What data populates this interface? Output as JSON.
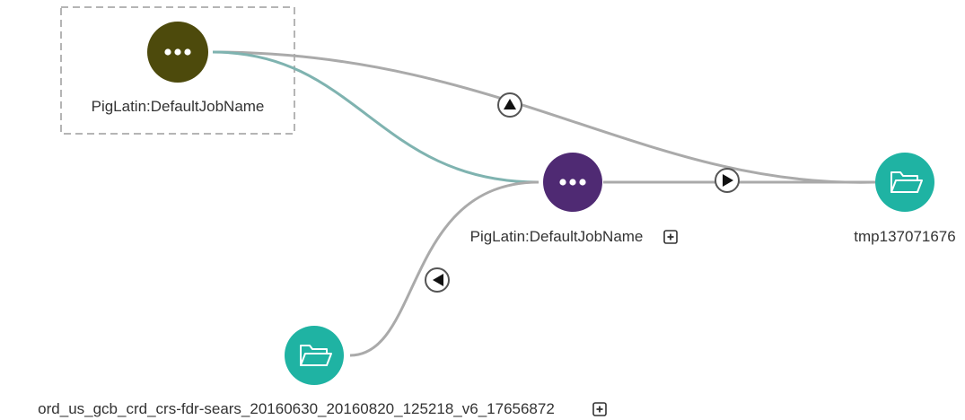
{
  "graph": {
    "nodes": [
      {
        "id": "job1",
        "kind": "job",
        "label": "PigLatin:DefaultJobName",
        "icon": "ellipsis-icon",
        "color": "#4d4a0c",
        "selected": true,
        "expandable": false
      },
      {
        "id": "job2",
        "kind": "job",
        "label": "PigLatin:DefaultJobName",
        "icon": "ellipsis-icon",
        "color": "#4f2a73",
        "selected": false,
        "expandable": true
      },
      {
        "id": "out",
        "kind": "dataset",
        "label": "tmp137071676",
        "icon": "folder-icon",
        "color": "#1fb3a3",
        "selected": false,
        "expandable": false
      },
      {
        "id": "in",
        "kind": "dataset",
        "label": "ord_us_gcb_crd_crs-fdr-sears_20160630_20160820_125218_v6_17656872",
        "icon": "folder-icon",
        "color": "#1fb3a3",
        "selected": false,
        "expandable": true
      }
    ],
    "edges": [
      {
        "from": "job1",
        "to": "out",
        "color": "#aaaaaa",
        "direction": "up",
        "icon": "arrow-up-icon"
      },
      {
        "from": "job1",
        "to": "job2",
        "color": "#7fb3b0",
        "direction": null,
        "icon": null
      },
      {
        "from": "job2",
        "to": "out",
        "color": "#aaaaaa",
        "direction": "right",
        "icon": "arrow-right-icon"
      },
      {
        "from": "in",
        "to": "job2",
        "color": "#aaaaaa",
        "direction": "left",
        "icon": "arrow-left-icon"
      }
    ]
  }
}
